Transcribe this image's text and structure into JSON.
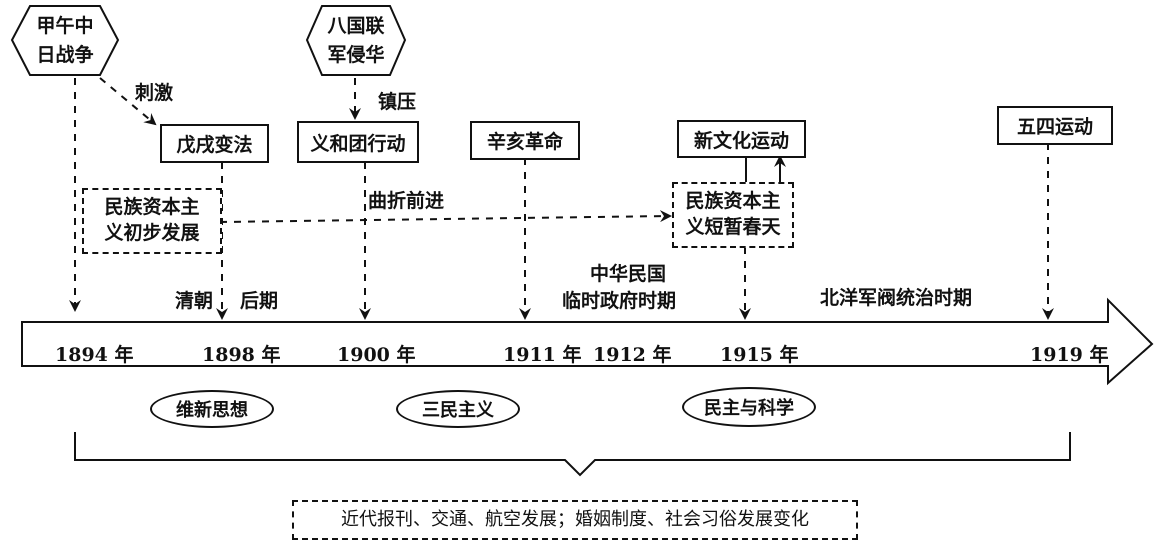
{
  "events": {
    "sino_japanese_war": "甲午中\n日战争",
    "eight_nation": "八国联\n军侵华",
    "wuxu_reform": "戊戌变法",
    "boxer": "义和团行动",
    "xinhai": "辛亥革命",
    "new_culture": "新文化运动",
    "may_fourth": "五四运动"
  },
  "relations": {
    "stimulate": "刺激",
    "suppress": "镇压",
    "tortuous_progress": "曲折前进"
  },
  "capitalism": {
    "initial": "民族资本主\n义初步发展",
    "spring": "民族资本主\n义短暂春天"
  },
  "periods": {
    "qing_a": "清朝",
    "qing_b": "后期",
    "roc_a": "中华民国",
    "roc_b": "临时政府时期",
    "beiyang": "北洋军阀统治时期"
  },
  "years": [
    "1894 年",
    "1898 年",
    "1900 年",
    "1911 年",
    "1912 年",
    "1915 年",
    "1919 年"
  ],
  "thoughts": [
    "维新思想",
    "三民主义",
    "民主与科学"
  ],
  "summary": "近代报刊、交通、航空发展；婚姻制度、社会习俗发展变化"
}
